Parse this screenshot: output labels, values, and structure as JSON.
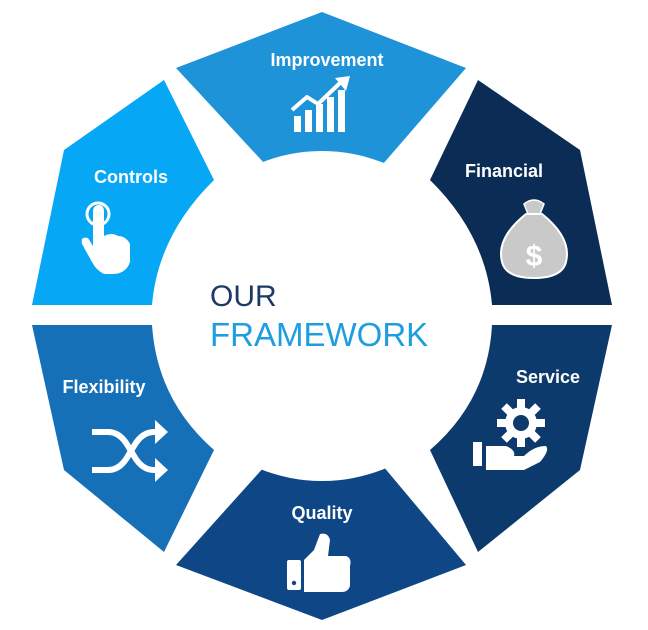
{
  "center": {
    "line1": "OUR",
    "line2": "FRAMEWORK"
  },
  "segments": [
    {
      "label": "Improvement",
      "icon": "bar-chart-growth-icon",
      "color": "#1e93d8"
    },
    {
      "label": "Financial",
      "icon": "money-bag-icon",
      "color": "#0b2d55"
    },
    {
      "label": "Service",
      "icon": "gear-hand-icon",
      "color": "#0d3a6d"
    },
    {
      "label": "Quality",
      "icon": "thumbs-up-icon",
      "color": "#0f4786"
    },
    {
      "label": "Flexibility",
      "icon": "shuffle-icon",
      "color": "#1670b8"
    },
    {
      "label": "Controls",
      "icon": "touch-hand-icon",
      "color": "#06a7f5"
    }
  ]
}
